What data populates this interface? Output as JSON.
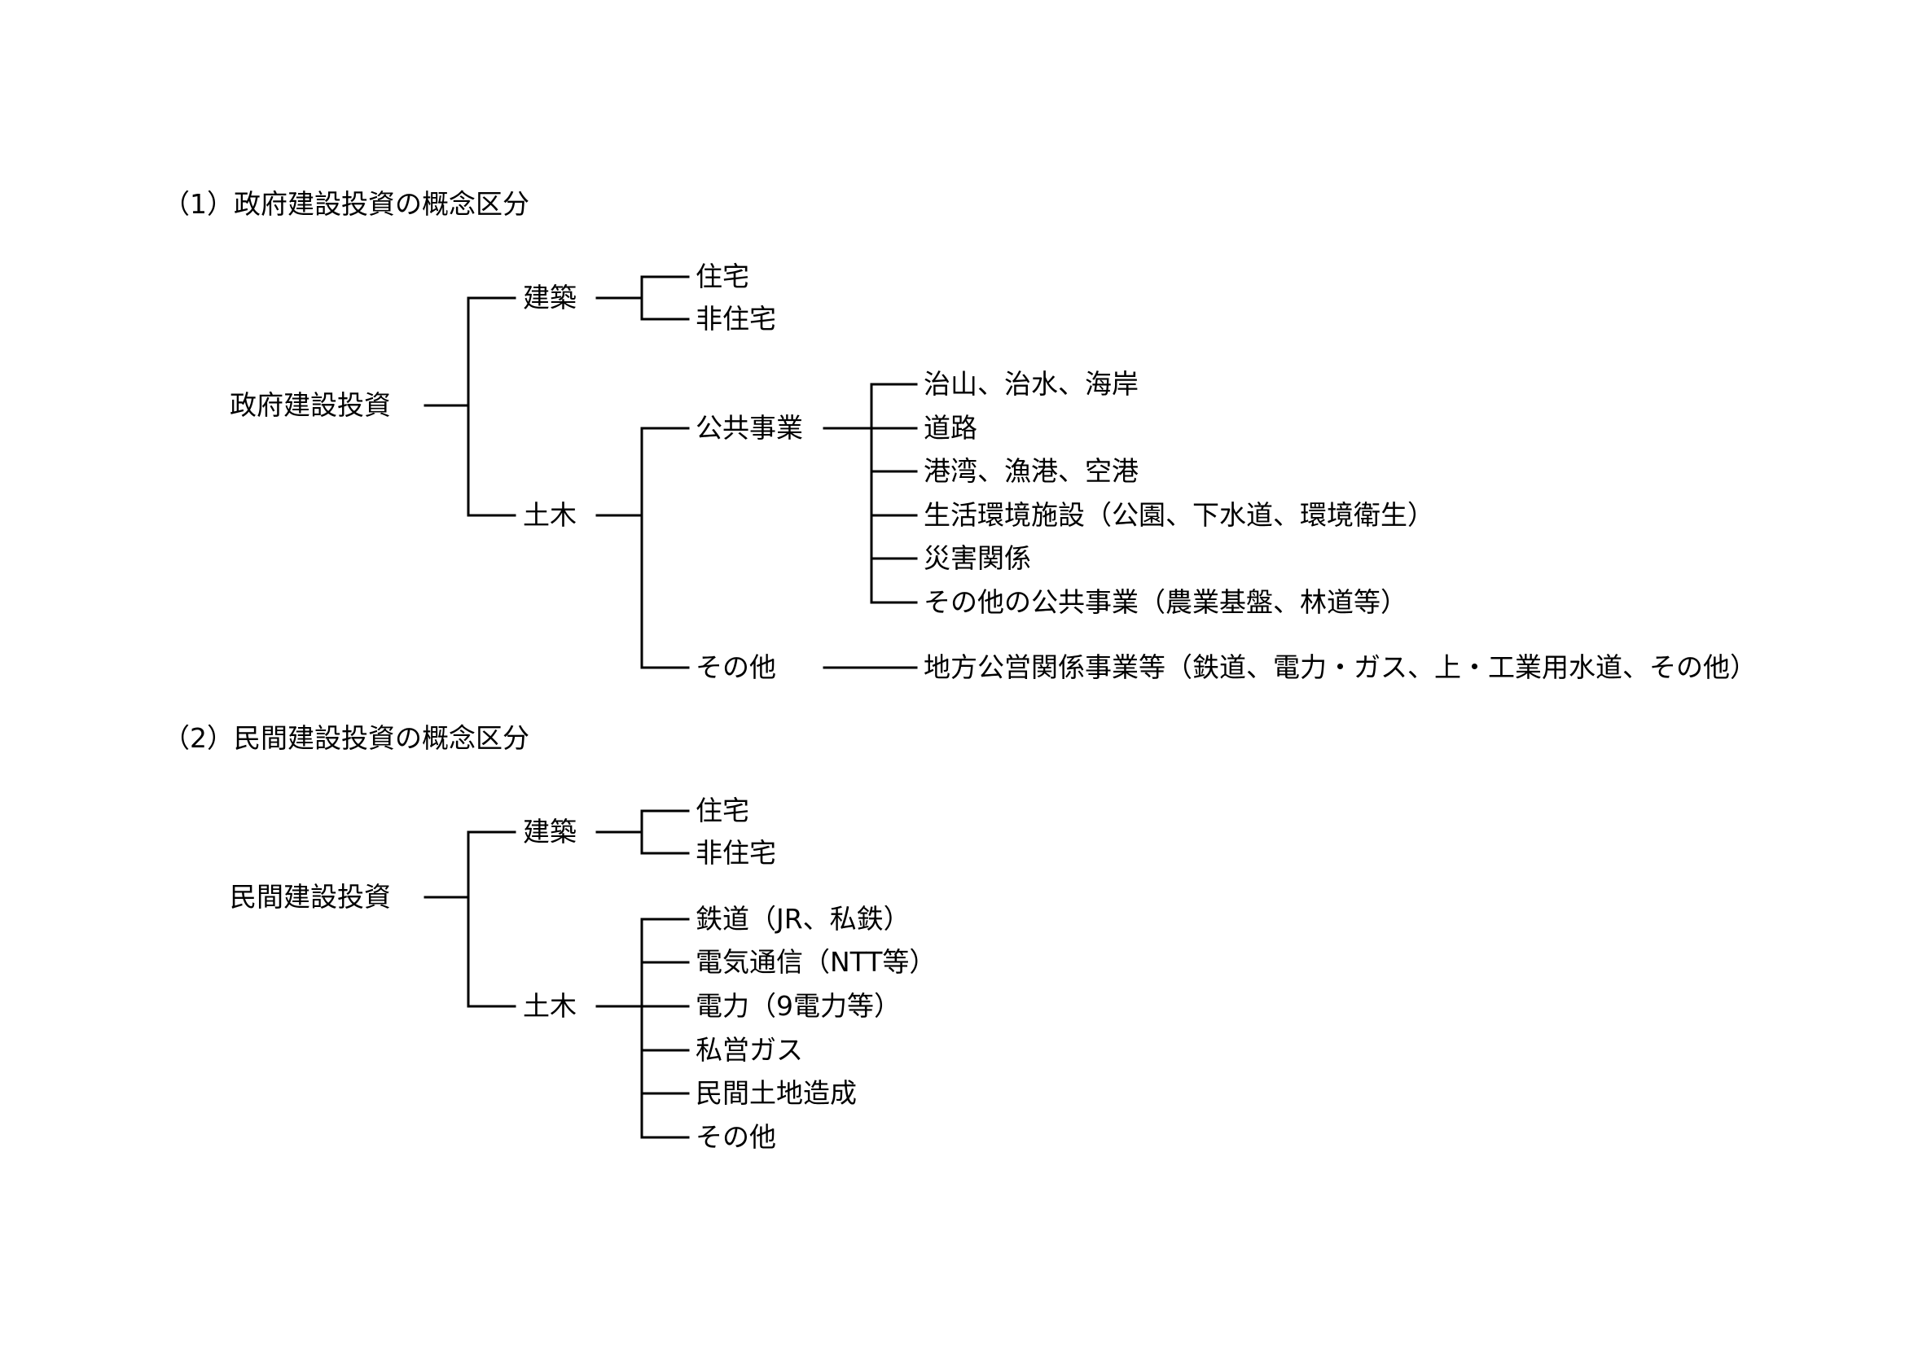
{
  "section1": {
    "title": "（1）政府建設投資の概念区分",
    "root": "政府建設投資",
    "kenchiku": "建築",
    "kenchiku_children": [
      "住宅",
      "非住宅"
    ],
    "doboku": "土木",
    "koukyou": "公共事業",
    "koukyou_children": [
      "治山、治水、海岸",
      "道路",
      "港湾、漁港、空港",
      "生活環境施設（公園、下水道、環境衛生）",
      "災害関係",
      "その他の公共事業（農業基盤、林道等）"
    ],
    "sonota": "その他",
    "sonota_child": "地方公営関係事業等（鉄道、電力・ガス、上・工業用水道、その他）"
  },
  "section2": {
    "title": "（2）民間建設投資の概念区分",
    "root": "民間建設投資",
    "kenchiku": "建築",
    "kenchiku_children": [
      "住宅",
      "非住宅"
    ],
    "doboku": "土木",
    "doboku_children": [
      "鉄道（JR、私鉄）",
      "電気通信（NTT等）",
      "電力（9電力等）",
      "私営ガス",
      "民間土地造成",
      "その他"
    ]
  },
  "colors": {
    "line": "#000000",
    "text": "#000000"
  }
}
